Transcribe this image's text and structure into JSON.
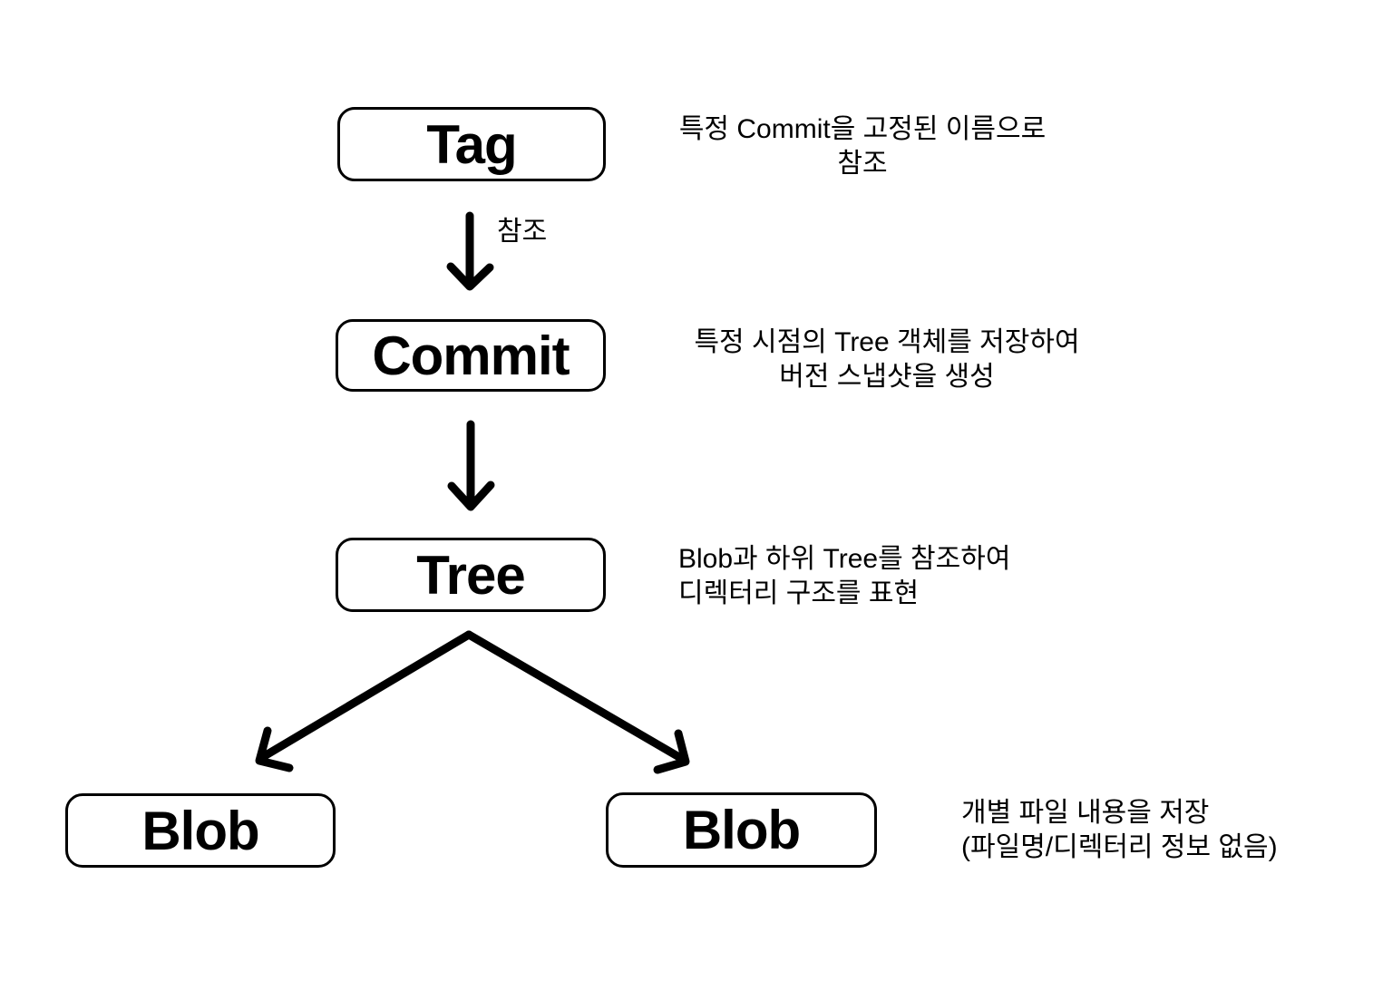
{
  "diagram": {
    "title_implied": "",
    "colors": {
      "background": "#ffffff",
      "stroke": "#000000",
      "text": "#000000"
    },
    "nodes": [
      {
        "id": "tag",
        "label": "Tag"
      },
      {
        "id": "commit",
        "label": "Commit"
      },
      {
        "id": "tree",
        "label": "Tree"
      },
      {
        "id": "blob-left",
        "label": "Blob"
      },
      {
        "id": "blob-right",
        "label": "Blob"
      }
    ],
    "edges": [
      {
        "from": "tag",
        "to": "commit",
        "label": "참조"
      },
      {
        "from": "commit",
        "to": "tree",
        "label": ""
      },
      {
        "from": "tree",
        "to": "blob-left",
        "label": ""
      },
      {
        "from": "tree",
        "to": "blob-right",
        "label": ""
      }
    ],
    "annotations": {
      "tag": {
        "line1": "특정 Commit을 고정된 이름으로",
        "line2": "참조"
      },
      "commit": {
        "line1": "특정 시점의 Tree 객체를 저장하여",
        "line2": "버전 스냅샷을 생성"
      },
      "tree": {
        "line1": "Blob과 하위 Tree를 참조하여",
        "line2": "디렉터리 구조를 표현"
      },
      "blob": {
        "line1": "개별 파일 내용을 저장",
        "line2": "(파일명/디렉터리 정보 없음)"
      }
    }
  }
}
